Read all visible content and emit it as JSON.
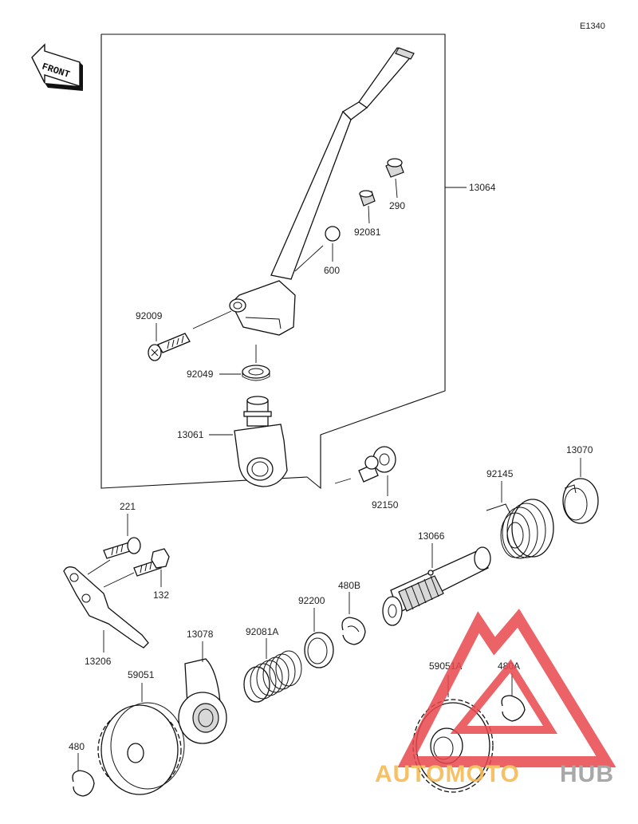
{
  "diagram_code": "E1340",
  "front_label": "FRONT",
  "watermark": {
    "part1": "AUTOMOTO",
    "part2": "HUB",
    "color1": "#f5b64a",
    "color2": "#9a9a9a",
    "triangle_color": "#e8474d"
  },
  "labels": {
    "p13064": "13064",
    "p290": "290",
    "p92081": "92081",
    "p600": "600",
    "p92009": "92009",
    "p92049": "92049",
    "p13061": "13061",
    "p92150": "92150",
    "p92145": "92145",
    "p13070": "13070",
    "p221": "221",
    "p132": "132",
    "p13206": "13206",
    "p13066": "13066",
    "p480B": "480B",
    "p92200": "92200",
    "p92081A": "92081A",
    "p13078": "13078",
    "p59051": "59051",
    "p480": "480",
    "p59051A": "59051A",
    "p480A": "480A"
  }
}
